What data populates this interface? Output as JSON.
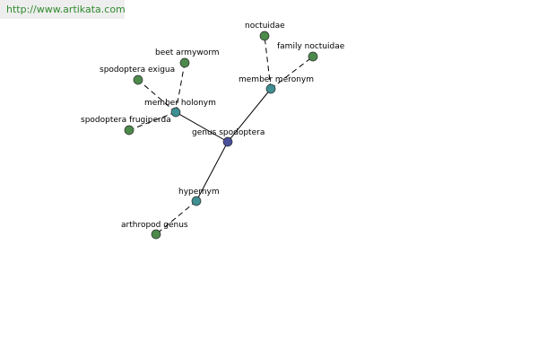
{
  "source": {
    "url_text": "http://www.artikata.com"
  },
  "colors": {
    "source_text": "#2f8a2f",
    "leaf_node": "#4c8a4c",
    "relation_node": "#3f8f93",
    "center_node": "#4a4f9a"
  },
  "graph": {
    "center": {
      "id": "genus-spodoptera",
      "label": "genus spodoptera"
    },
    "relations": [
      {
        "id": "member-holonym",
        "label": "member holonym",
        "children": [
          {
            "id": "beet-armyworm",
            "label": "beet armyworm"
          },
          {
            "id": "spodoptera-exigua",
            "label": "spodoptera exigua"
          },
          {
            "id": "spodoptera-frugiperda",
            "label": "spodoptera frugiperda"
          }
        ]
      },
      {
        "id": "member-meronym",
        "label": "member meronym",
        "children": [
          {
            "id": "noctuidae",
            "label": "noctuidae"
          },
          {
            "id": "family-noctuidae",
            "label": "family noctuidae"
          }
        ]
      },
      {
        "id": "hypernym",
        "label": "hypernym",
        "children": [
          {
            "id": "arthropod-genus",
            "label": "arthropod genus"
          }
        ]
      }
    ]
  }
}
